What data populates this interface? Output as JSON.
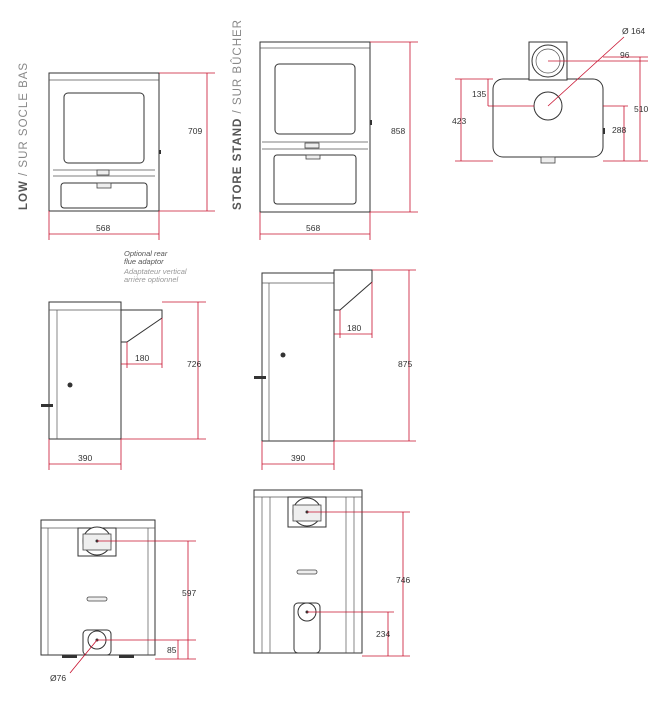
{
  "labels": {
    "low_en": "LOW",
    "low_sep": " / ",
    "low_fr": "SUR SOCLE BAS",
    "store_en": "STORE STAND",
    "store_sep": " / ",
    "store_fr": "SUR BÛCHER"
  },
  "note": {
    "line1": "Optional rear",
    "line2": "flue adaptor",
    "line3": "Adaptateur vertical",
    "line4": "arrière optionnel"
  },
  "colors": {
    "dimension": "#c8102e",
    "outline": "#333333",
    "note_en": "#555555",
    "note_fr": "#999999"
  },
  "dimensions": {
    "low_front_height": "709",
    "low_front_width": "568",
    "store_front_height": "858",
    "store_front_width": "568",
    "top_diameter": "Ø 164",
    "top_offset": "96",
    "top_left": "135",
    "top_depth": "423",
    "top_total": "510",
    "top_right": "288",
    "low_side_flue": "180",
    "low_side_height": "726",
    "low_side_width": "390",
    "store_side_flue": "180",
    "store_side_height": "875",
    "store_side_width": "390",
    "low_rear_height": "597",
    "low_rear_bottom": "85",
    "low_rear_diameter": "Ø76",
    "store_rear_height": "746",
    "store_rear_bottom": "234"
  }
}
